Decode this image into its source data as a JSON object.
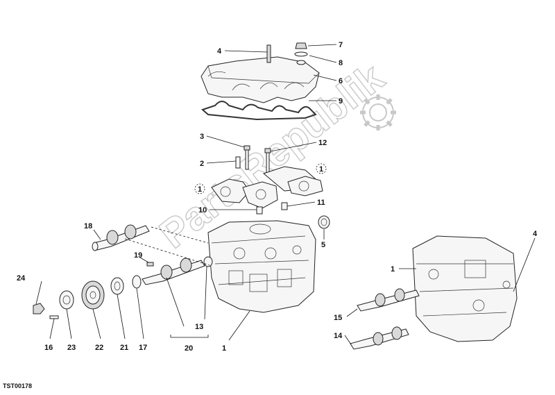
{
  "diagram": {
    "code": "TST00178",
    "watermark": "PartsRepublik",
    "labels": {
      "c1a": "1",
      "c1b": "1",
      "c1c": "1",
      "c2": "2",
      "c3": "3",
      "c4a": "4",
      "c4b": "4",
      "c5": "5",
      "c6": "6",
      "c7": "7",
      "c8": "8",
      "c9": "9",
      "c10": "10",
      "c11": "11",
      "c12": "12",
      "c13": "13",
      "c14": "14",
      "c15": "15",
      "c16": "16",
      "c17": "17",
      "c18": "18",
      "c19": "19",
      "c20": "20",
      "c21": "21",
      "c22": "22",
      "c23": "23",
      "c24": "24"
    }
  }
}
